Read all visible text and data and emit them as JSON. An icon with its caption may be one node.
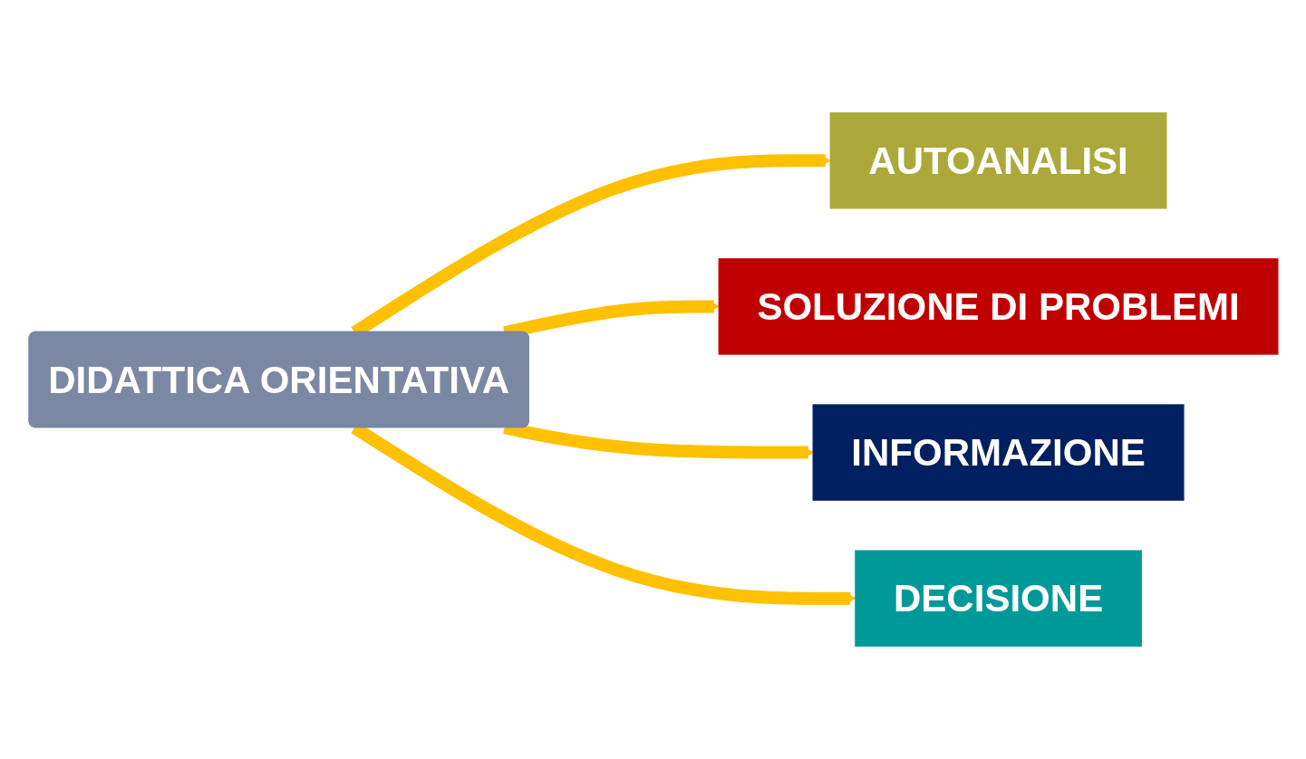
{
  "diagram": {
    "nodes": [
      {
        "text": [
          "DIDATTICA ORIENTATIVA"
        ]
      },
      {
        "text": [
          "AUTOANALISI"
        ]
      },
      {
        "text": [
          "SOLUZIONE DI PROBLEMI"
        ]
      },
      {
        "text": [
          "INFORMAZIONE"
        ]
      },
      {
        "text": [
          "DECISIONE"
        ]
      }
    ],
    "edges": [
      {
        "from": 0,
        "to": 1,
        "arrow": "to"
      },
      {
        "from": 0,
        "to": 2,
        "arrow": "to"
      },
      {
        "from": 0,
        "to": 3,
        "arrow": "to"
      },
      {
        "from": 0,
        "to": 4,
        "arrow": "to"
      }
    ]
  }
}
